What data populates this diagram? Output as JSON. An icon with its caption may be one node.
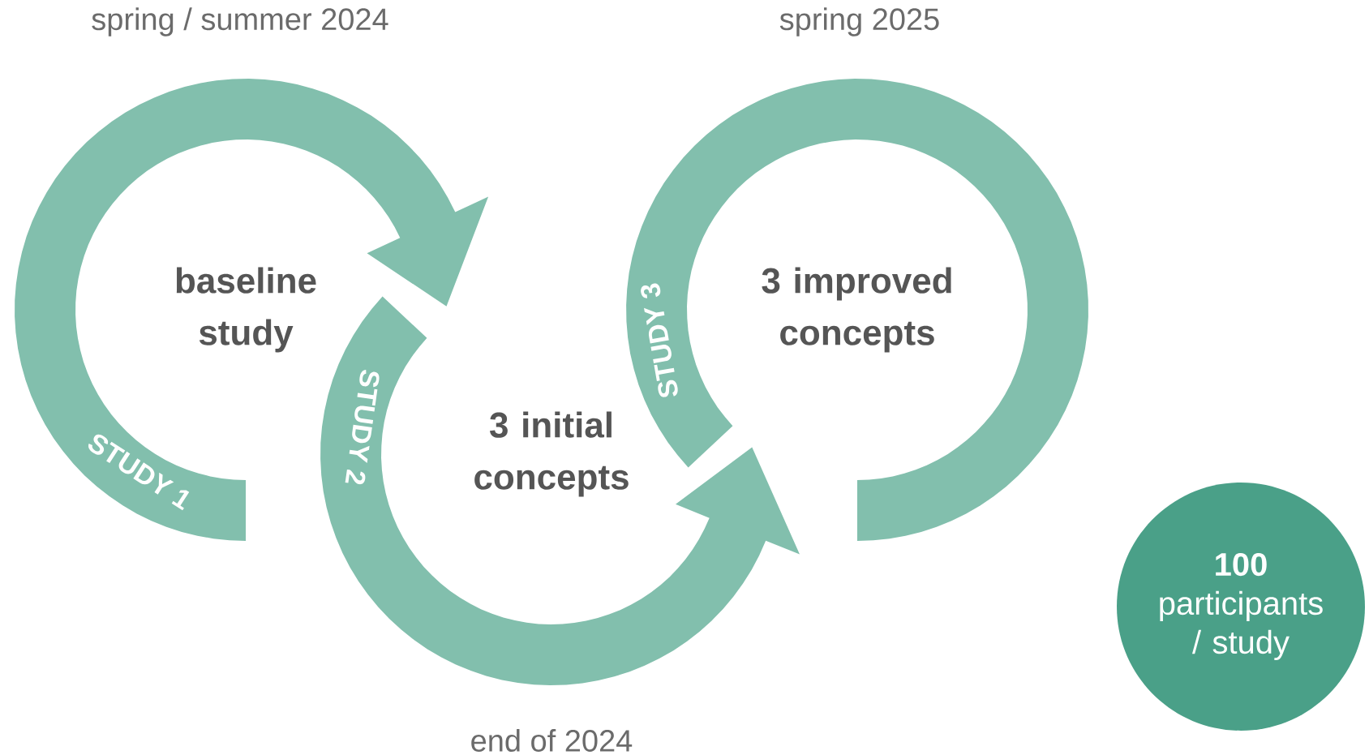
{
  "diagram": {
    "nodes": [
      {
        "text": [
          "baseline study"
        ]
      },
      {
        "text": [
          "3 initial concepts"
        ]
      },
      {
        "text": [
          "3 improved concepts"
        ]
      },
      {
        "text": [
          "**100** participants / study"
        ]
      }
    ],
    "edges": [
      {
        "from": 0,
        "to": 1,
        "arrow": "to"
      },
      {
        "from": 1,
        "to": 2,
        "arrow": "to"
      }
    ],
    "labels": [
      "spring / summer 2024",
      "spring 2025",
      "STUDY 1",
      "STUDY 2",
      "STUDY 3",
      "end of 2024"
    ]
  }
}
